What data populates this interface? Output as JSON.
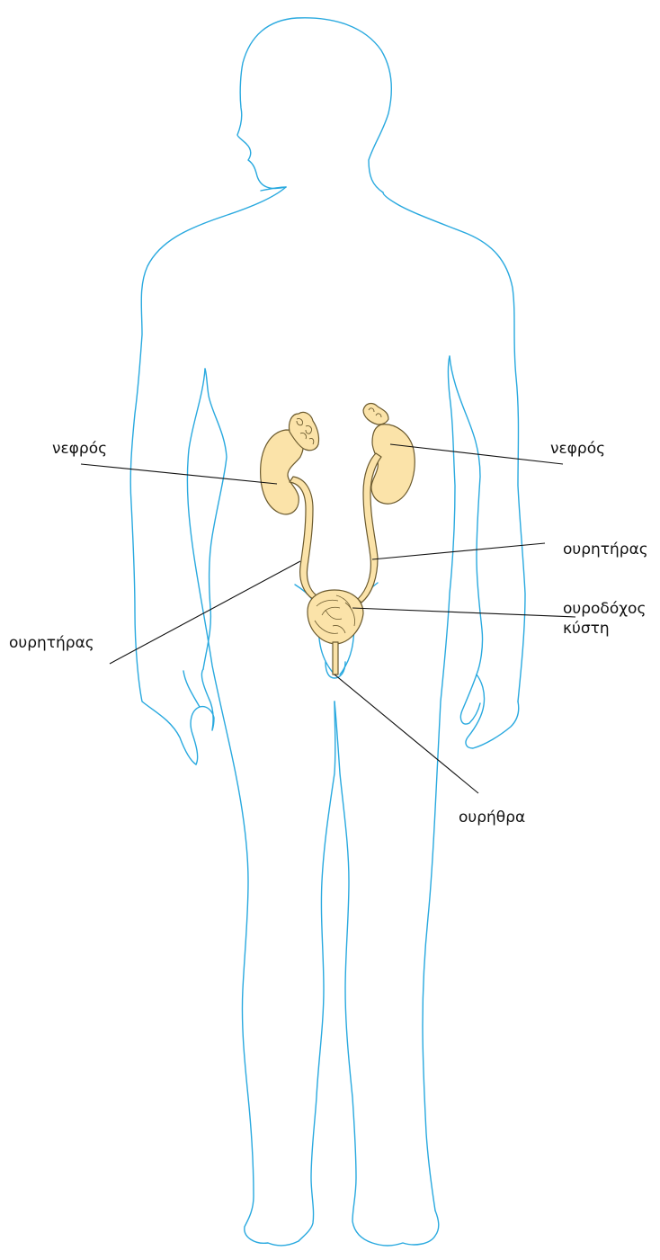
{
  "colors": {
    "outline": "#29a9df",
    "organ_fill": "#fbe3a9",
    "organ_stroke": "#6b5a2e",
    "leader": "#111111"
  },
  "labels": {
    "kidney_left": "νεφρός",
    "kidney_right": "νεφρός",
    "ureter_right": "ουρητήρας",
    "ureter_left": "ουρητήρας",
    "bladder_line1": "ουροδόχος",
    "bladder_line2": "κύστη",
    "urethra": "ουρήθρα"
  }
}
